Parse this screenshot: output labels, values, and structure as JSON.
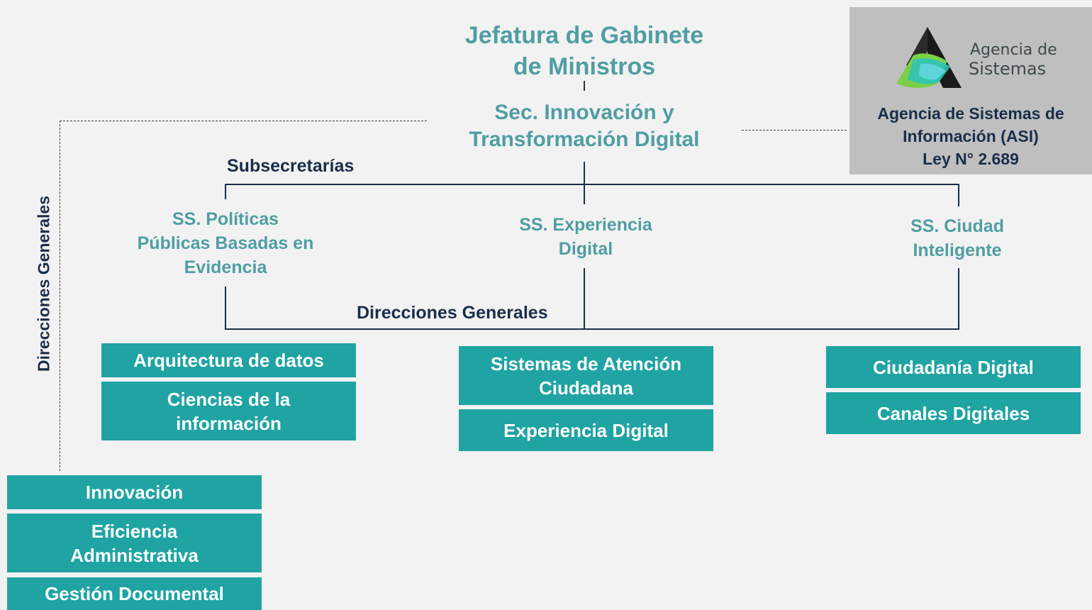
{
  "top": {
    "jefatura_line1": "Jefatura de Gabinete",
    "jefatura_line2": "de Ministros",
    "secretaria_line1": "Sec. Innovación y",
    "secretaria_line2": "Transformación Digital"
  },
  "asi": {
    "logo_line1": "Agencia de",
    "logo_line2": "Sistemas",
    "name_line1": "Agencia de Sistemas de",
    "name_line2": "Información (ASI)",
    "name_line3": "Ley N° 2.689",
    "logo_icon": "agencia-logo-icon"
  },
  "labels": {
    "subsecretarias": "Subsecretarías",
    "direcciones_generales": "Direcciones Generales",
    "direcciones_generales_vertical": "Direcciones Generales"
  },
  "subsecretarias": [
    {
      "line1": "SS. Políticas",
      "line2": "Públicas Basadas en",
      "line3": "Evidencia"
    },
    {
      "line1": "SS. Experiencia",
      "line2": "Digital"
    },
    {
      "line1": "SS. Ciudad",
      "line2": "Inteligente"
    }
  ],
  "direcciones": {
    "left": [
      {
        "line1": "Arquitectura de datos"
      },
      {
        "line1": "Ciencias de la",
        "line2": "información"
      }
    ],
    "center": [
      {
        "line1": "Sistemas de Atención",
        "line2": "Ciudadana"
      },
      {
        "line1": "Experiencia Digital"
      }
    ],
    "right": [
      {
        "line1": "Ciudadanía Digital"
      },
      {
        "line1": "Canales Digitales"
      }
    ],
    "secretaria": [
      {
        "line1": "Innovación"
      },
      {
        "line1": "Eficiencia",
        "line2": "Administrativa"
      },
      {
        "line1": "Gestión Documental"
      }
    ]
  },
  "colors": {
    "teal_text": "#4f9ea3",
    "teal_box": "#1fa3a3",
    "navy": "#1a2e4a",
    "background": "#f2f2f2",
    "asi_panel": "#bfbfbf"
  }
}
